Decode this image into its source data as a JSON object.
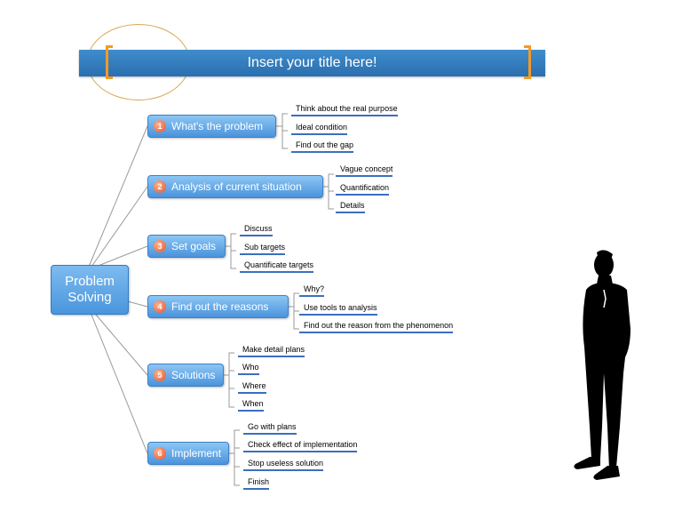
{
  "title": "Insert your title here!",
  "root": {
    "line1": "Problem",
    "line2": "Solving"
  },
  "branches": [
    {
      "number": "1",
      "label": "What's the problem",
      "children": [
        "Think about the real purpose",
        "Ideal condition",
        "Find out the gap"
      ]
    },
    {
      "number": "2",
      "label": "Analysis of current situation",
      "children": [
        "Vague concept",
        "Quantification",
        "Details"
      ]
    },
    {
      "number": "3",
      "label": "Set goals",
      "children": [
        "Discuss",
        "Sub targets",
        "Quantificate targets"
      ]
    },
    {
      "number": "4",
      "label": "Find out the reasons",
      "children": [
        "Why?",
        "Use tools to analysis",
        "Find out the reason from the phenomenon"
      ]
    },
    {
      "number": "5",
      "label": "Solutions",
      "children": [
        "Make detail plans",
        "Who",
        "Where",
        "When"
      ]
    },
    {
      "number": "6",
      "label": "Implement",
      "children": [
        "Go with plans",
        "Check effect of implementation",
        "Stop useless solution",
        "Finish"
      ]
    }
  ]
}
